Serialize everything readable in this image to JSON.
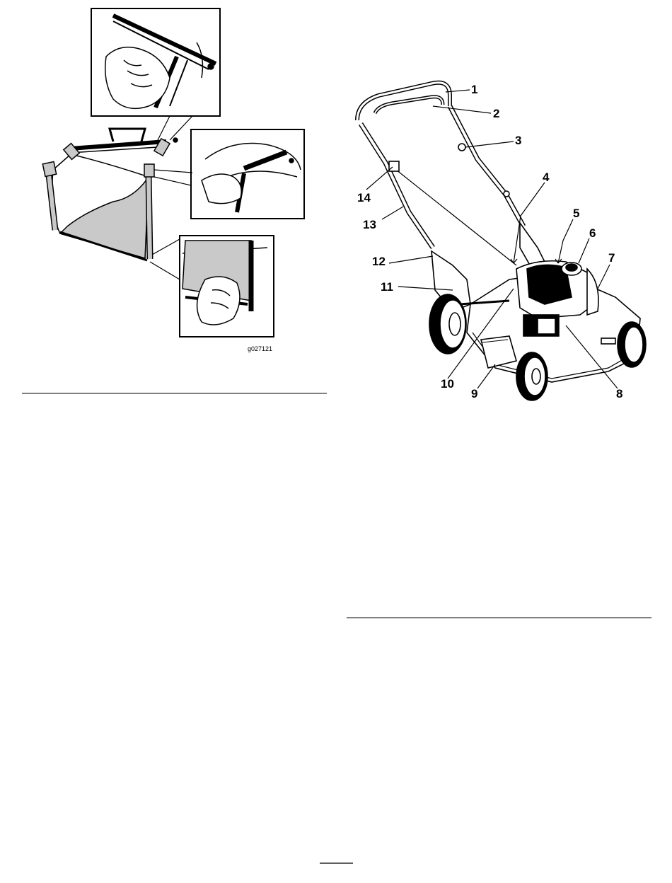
{
  "figure_left": {
    "code": "g027121"
  },
  "figure_right": {
    "callouts": [
      "1",
      "2",
      "3",
      "4",
      "5",
      "6",
      "7",
      "8",
      "9",
      "10",
      "11",
      "12",
      "13",
      "14"
    ]
  }
}
